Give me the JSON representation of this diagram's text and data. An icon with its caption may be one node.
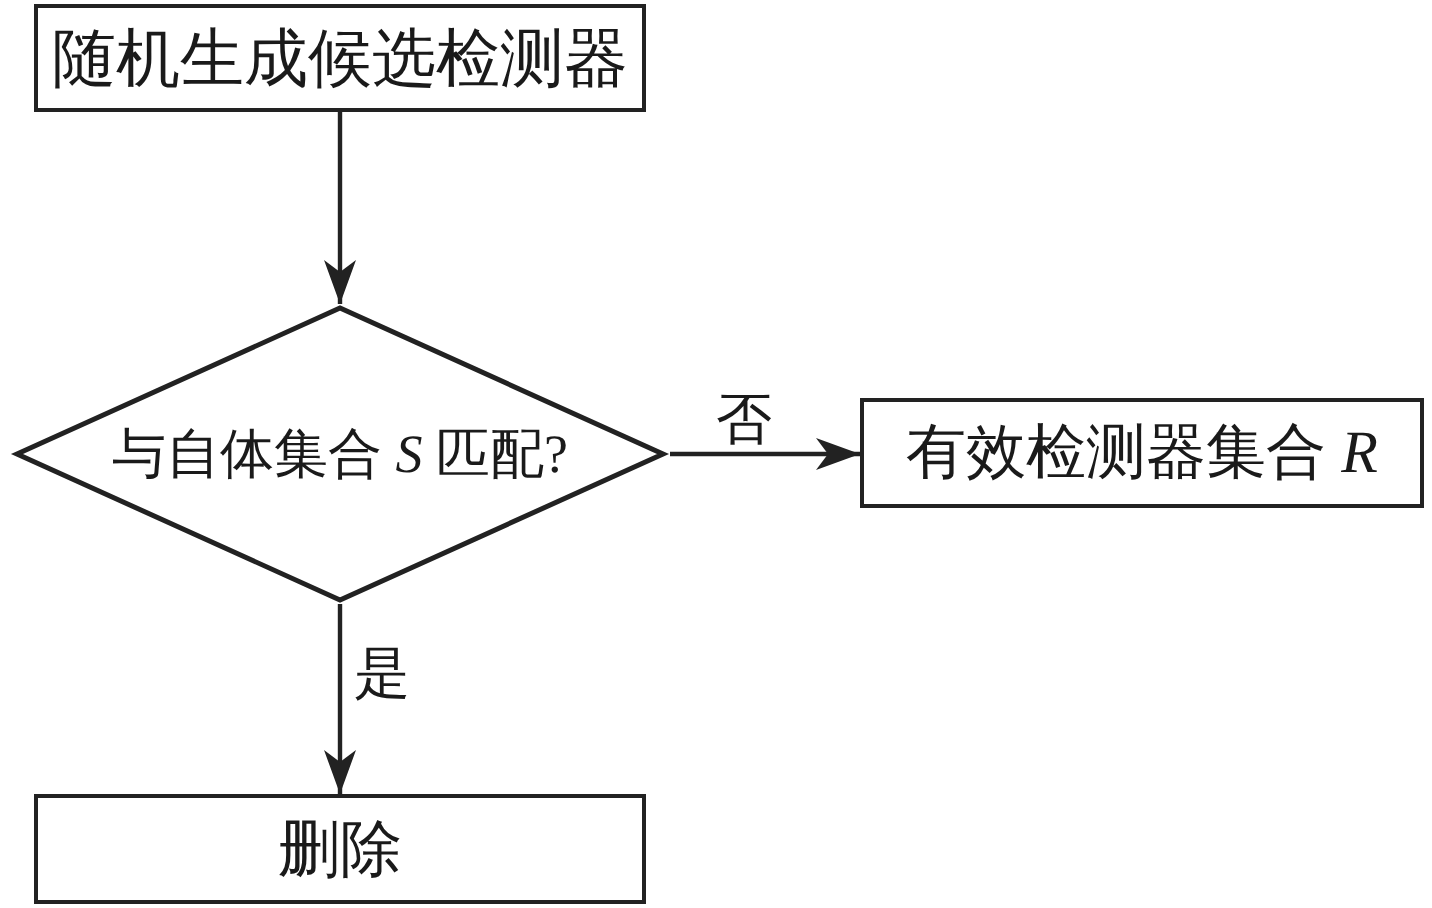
{
  "diagram": {
    "nodes": [
      {
        "text": [
          "随机生成候选检测器"
        ]
      },
      {
        "text": [
          "与自体集合 *S* 匹配?"
        ]
      },
      {
        "text": [
          "有效检测器集合 *R*"
        ]
      },
      {
        "text": [
          "删除"
        ]
      }
    ],
    "edges": [
      {
        "from": 0,
        "to": 1,
        "arrow": "to"
      },
      {
        "from": 1,
        "to": 2,
        "arrow": "to",
        "label": "否"
      },
      {
        "from": 1,
        "to": 3,
        "arrow": "to",
        "label": "是"
      }
    ]
  }
}
